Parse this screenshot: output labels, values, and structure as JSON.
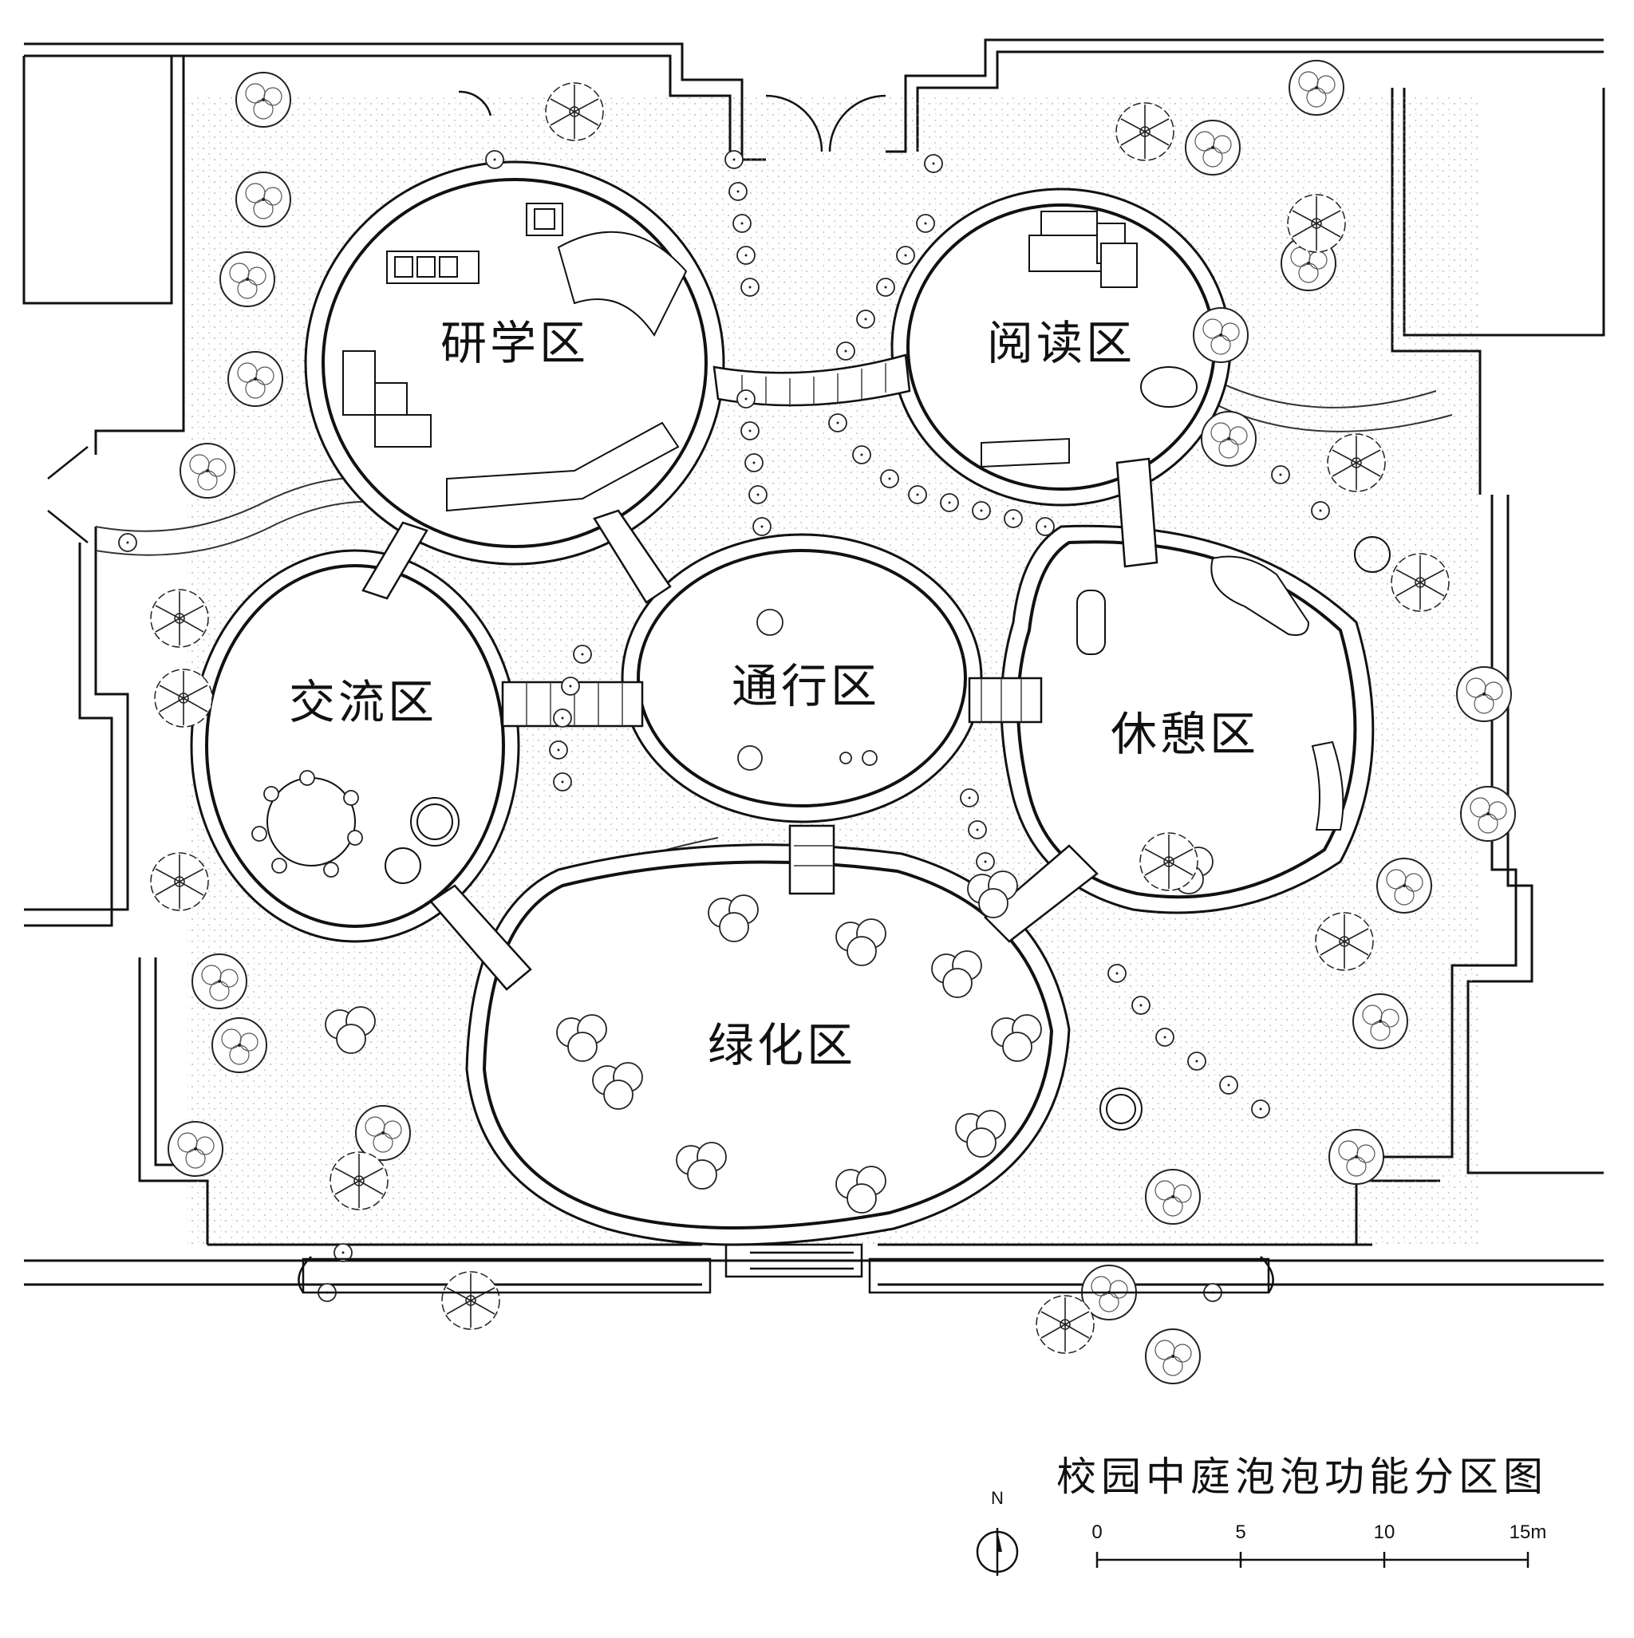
{
  "zones": {
    "research": "研学区",
    "reading": "阅读区",
    "exchange": "交流区",
    "passage": "通行区",
    "rest": "休憩区",
    "green": "绿化区"
  },
  "title": "校园中庭泡泡功能分区图",
  "north": "N",
  "scale": {
    "t0": "0",
    "t1": "5",
    "t2": "10",
    "t3": "15m"
  },
  "colors": {
    "ink": "#111111",
    "paper": "#ffffff",
    "stipple": "#9a9a9a"
  },
  "icons": [
    "tree-icon",
    "shrub-icon",
    "palm-icon",
    "table-icon",
    "north-arrow-icon"
  ]
}
